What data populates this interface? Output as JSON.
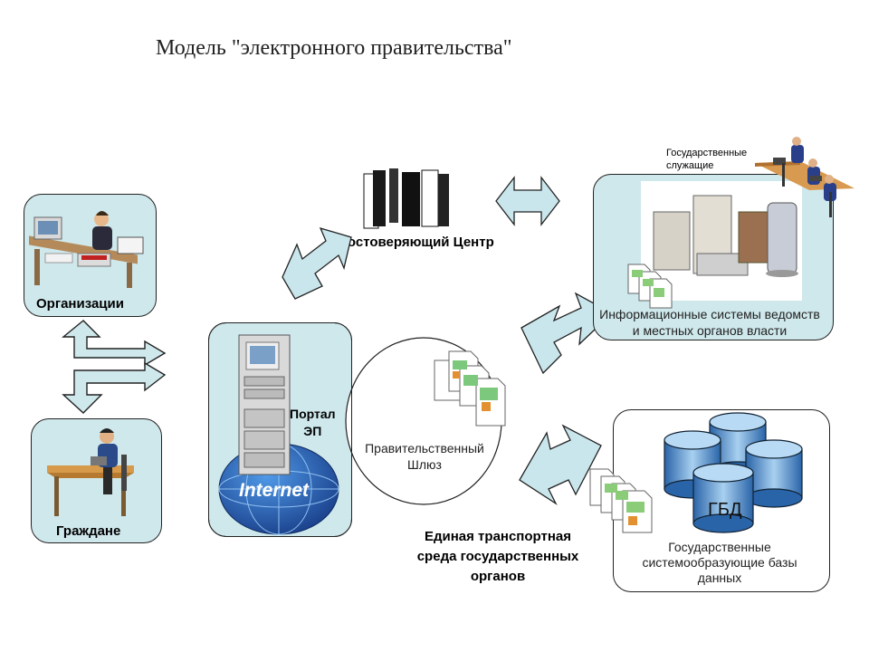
{
  "title": "Модель \"электронного правительства\"",
  "nodes": {
    "organizations": "Организации",
    "citizens": "Граждане",
    "portal": "Портал\nЭП",
    "internet": "Internet",
    "certification_center": "Удостоверяющий Центр",
    "gov_gateway": "Правительственный\nШлюз",
    "civil_servants": "Государственные\nслужащие",
    "info_systems": "Информационные системы ведомств\nи местных органов власти",
    "gbd": "ГБД",
    "databases": "Государственные\nсистемообразующие базы\nданных",
    "transport": "Единая транспортная\nсреда государственных\nорганов"
  },
  "colors": {
    "panel": "#cfe8ec",
    "arrow": "#c9e6ec",
    "globe": "#1f5fb0",
    "db": "#3a7fc8"
  }
}
